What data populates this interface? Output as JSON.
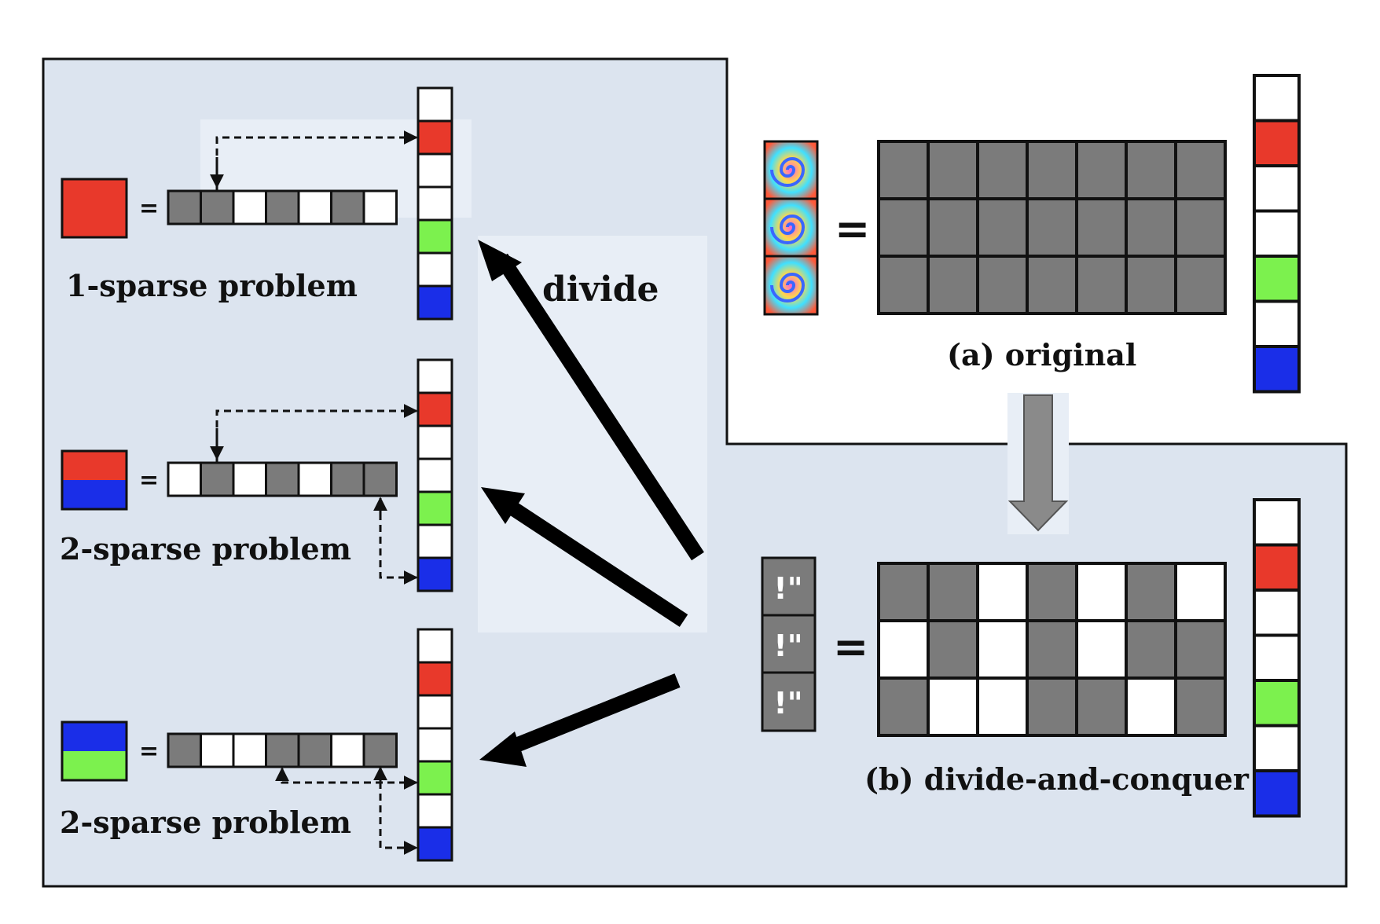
{
  "labels": {
    "divide": "divide",
    "original": "(a) original",
    "divide_and_conquer": "(b) divide-and-conquer",
    "equals": "=",
    "chip_symbol": "!\"",
    "problems": [
      "1-sparse problem",
      "2-sparse problem",
      "2-sparse problem"
    ]
  },
  "colors": {
    "panel": "#dce4ef",
    "dark_cell": "#7b7b7b",
    "white_cell": "#ffffff",
    "red": "#e8392b",
    "green": "#7cf14e",
    "blue": "#1a2ee8",
    "arrow_black": "#000000",
    "arrow_gray": "#8a8a8a"
  },
  "signal_vector": [
    "white",
    "red",
    "white",
    "white",
    "green",
    "white",
    "blue"
  ],
  "original_matrix": [
    [
      "d",
      "d",
      "d",
      "d",
      "d",
      "d",
      "d"
    ],
    [
      "d",
      "d",
      "d",
      "d",
      "d",
      "d",
      "d"
    ],
    [
      "d",
      "d",
      "d",
      "d",
      "d",
      "d",
      "d"
    ]
  ],
  "dc_matrix": [
    [
      "d",
      "d",
      "w",
      "d",
      "w",
      "d",
      "w"
    ],
    [
      "w",
      "d",
      "w",
      "d",
      "w",
      "d",
      "d"
    ],
    [
      "d",
      "w",
      "w",
      "d",
      "d",
      "w",
      "d"
    ]
  ],
  "subproblem_rows": [
    [
      "d",
      "d",
      "w",
      "d",
      "w",
      "d",
      "w"
    ],
    [
      "w",
      "d",
      "w",
      "d",
      "w",
      "d",
      "d"
    ],
    [
      "d",
      "w",
      "w",
      "d",
      "d",
      "w",
      "d"
    ]
  ],
  "measurement_colors": [
    [
      "red"
    ],
    [
      "red",
      "blue"
    ],
    [
      "blue",
      "green"
    ]
  ]
}
